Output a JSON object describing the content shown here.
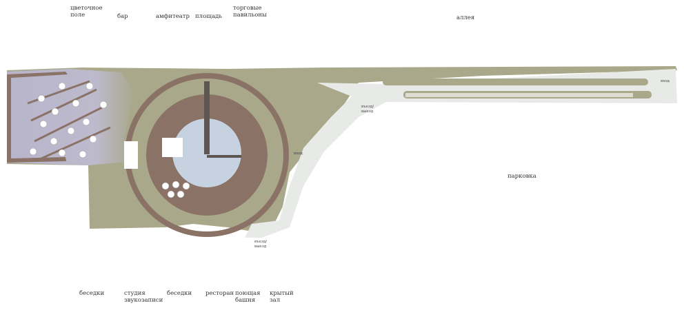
{
  "labels": {
    "flower_field": "цветочное\nполе",
    "bar": "бар",
    "amphitheater": "амфитеатр",
    "square": "площадь",
    "trade_pavilions": "торговые\nпавильоны",
    "alley": "аллея",
    "pavilions_left": "беседки",
    "recording_studio": "студия\nзвукозаписи",
    "pavilions_center": "беседки",
    "restaurant": "ресторан",
    "rotating_tower": "поющая\nбашня",
    "covered_hall": "крытый\nзал",
    "parking": "парковка"
  },
  "entries": {
    "entrance_right": "вход",
    "entry_exit_top": "въезд/\nвыезд",
    "entrance_mid": "вход",
    "entry_exit_bottom": "въезд/\nвыезд"
  },
  "colors": {
    "grass": "#a9a88a",
    "path": "#8a7266",
    "water": "#c7d2e1",
    "garden": "#b9b6cc",
    "road": "#e8eae8",
    "leader": "#555555"
  }
}
